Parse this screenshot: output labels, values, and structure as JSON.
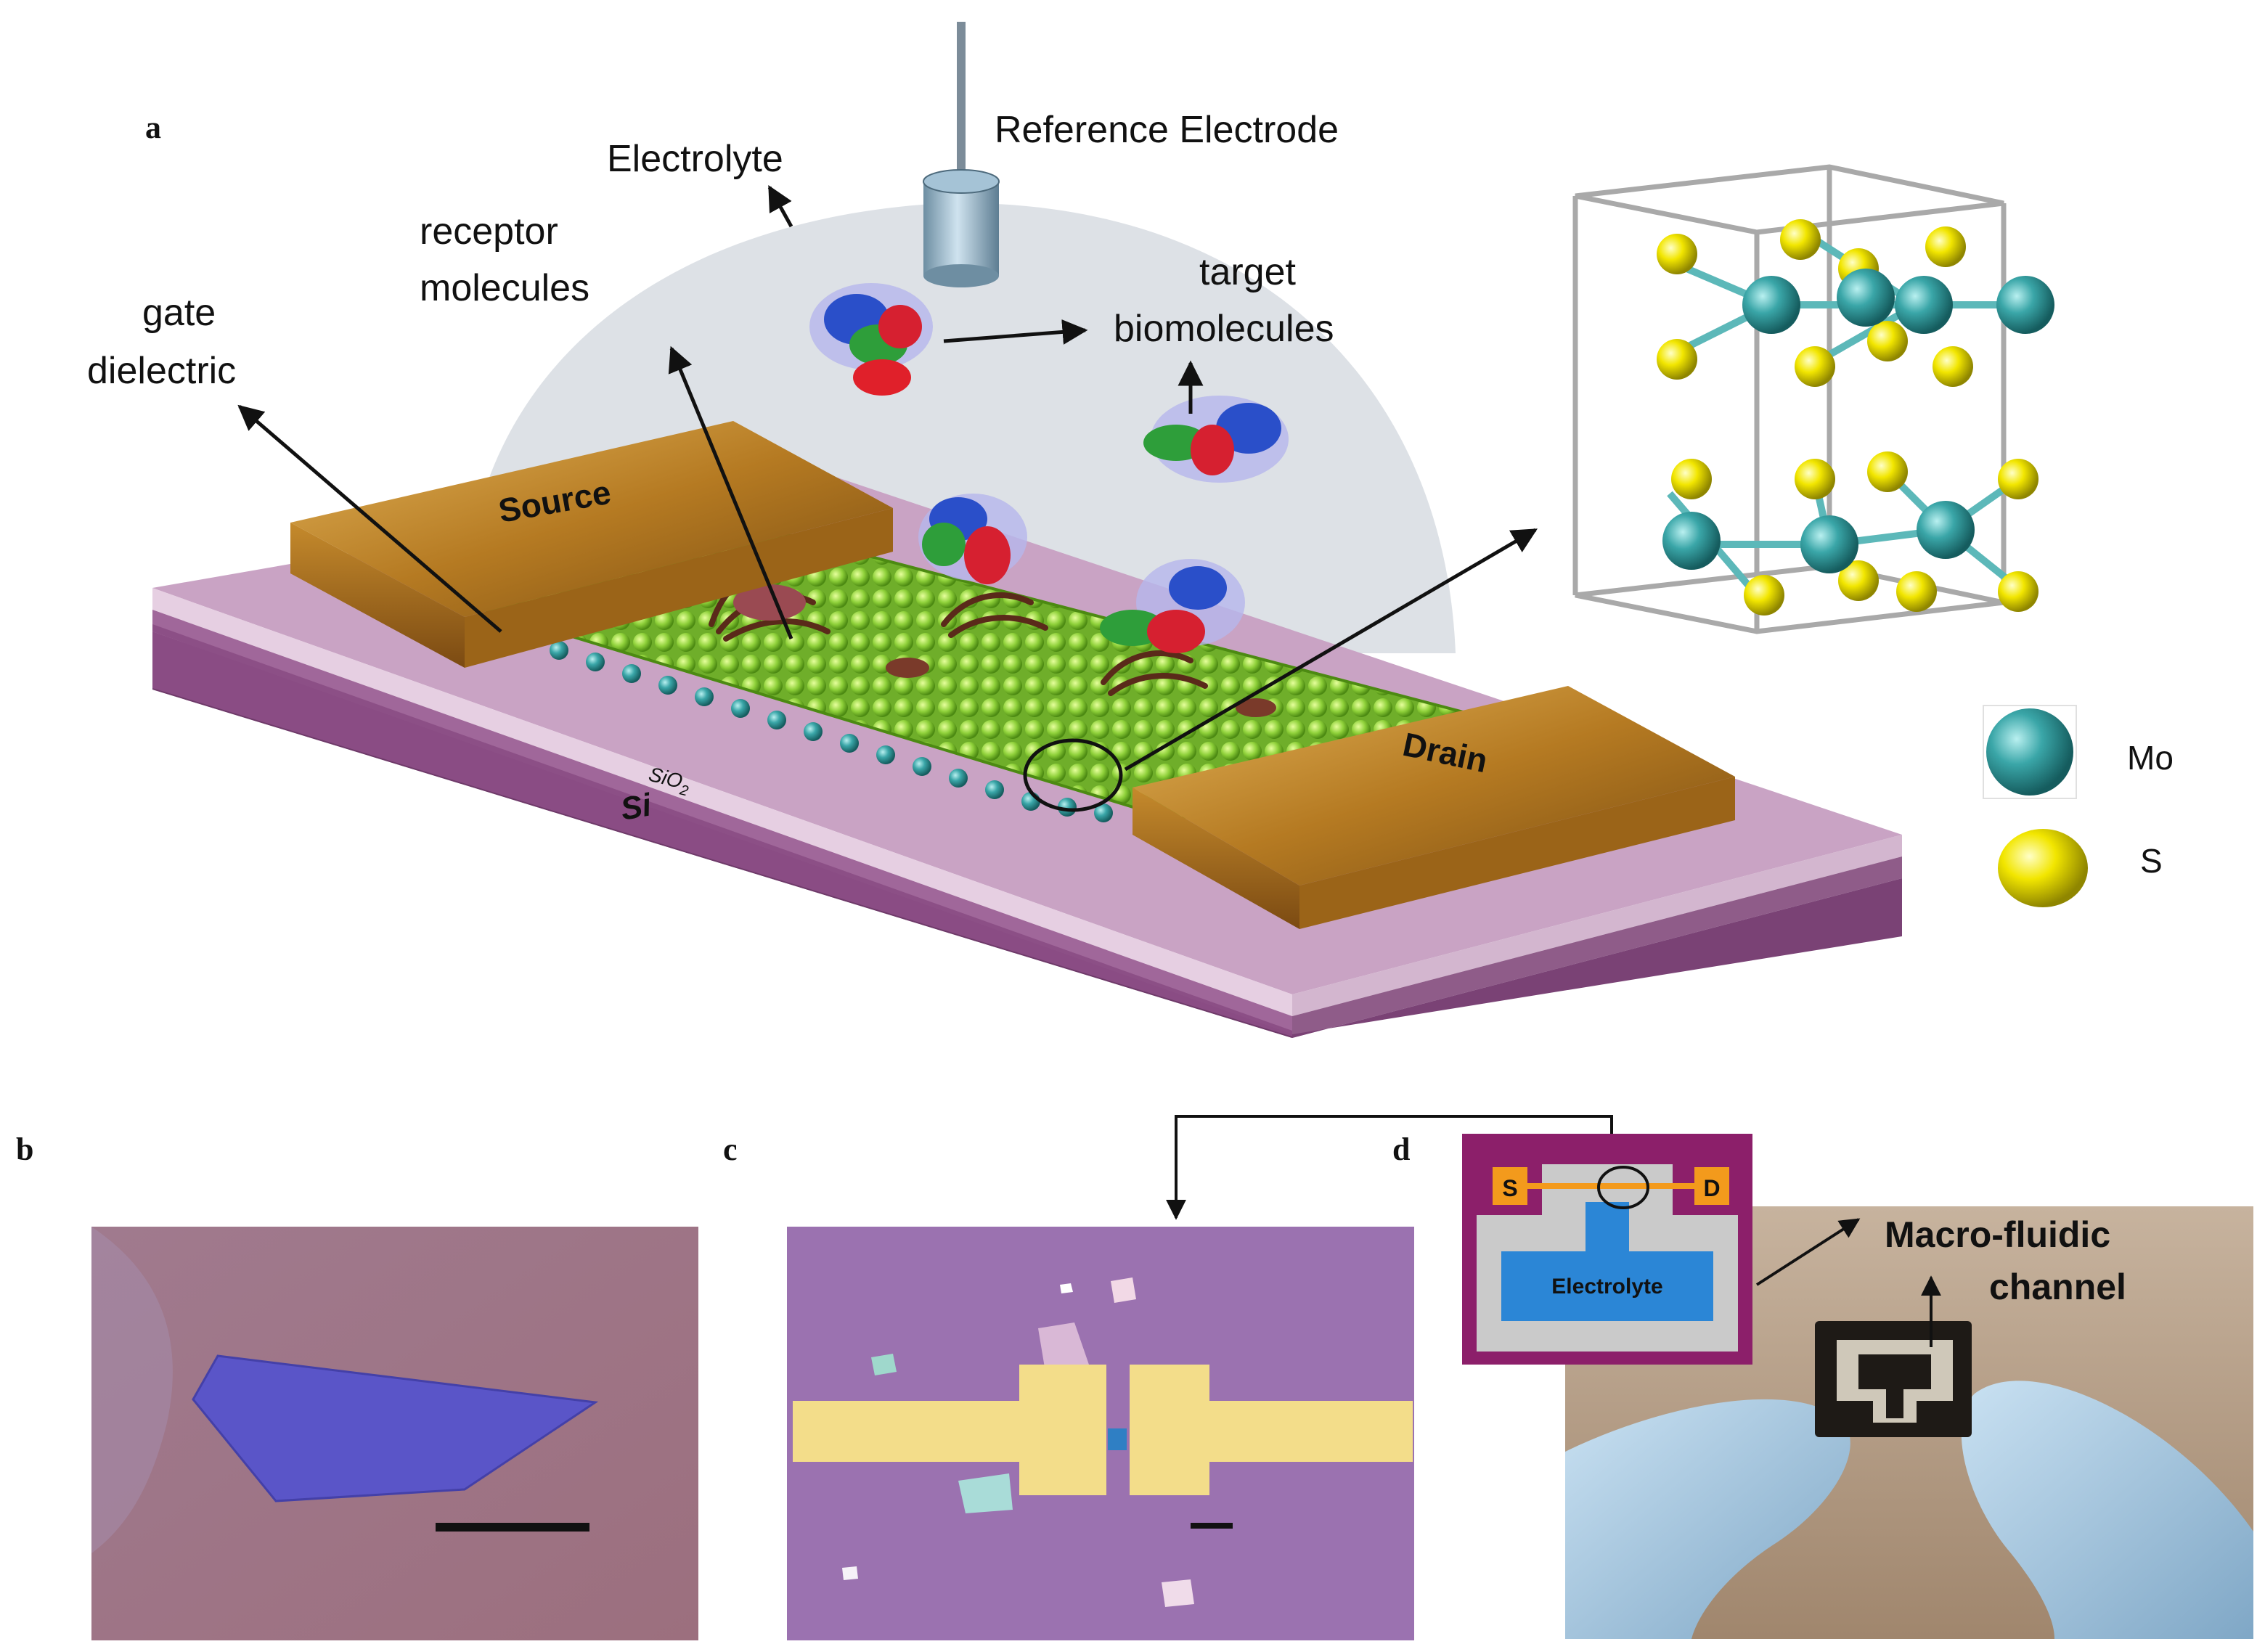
{
  "panels": {
    "a": "a",
    "b": "b",
    "c": "c",
    "d": "d"
  },
  "panel_a": {
    "reference_electrode": "Reference Electrode",
    "electrolyte": "Electrolyte",
    "receptor_line1": "receptor",
    "receptor_line2": "molecules",
    "target_line1": "target",
    "target_line2": "biomolecules",
    "gate_line1": "gate",
    "gate_line2": "dielectric",
    "source": "Source",
    "drain": "Drain",
    "sio2": "SiO",
    "sio2_sub": "2",
    "si": "Si"
  },
  "legend": {
    "mo": "Mo",
    "s": "S"
  },
  "panel_d": {
    "s_pad": "S",
    "d_pad": "D",
    "electrolyte": "Electrolyte",
    "channel_line1": "Macro-fluidic",
    "channel_line2": "channel"
  },
  "colors": {
    "mo_atom": "#3aa6a8",
    "s_atom": "#f2e600",
    "substrate_purple": "#8c4f86",
    "contact_gold": "#c08a2a",
    "channel_green": "#8fd13a",
    "optical_purple": "#9a6fa8",
    "electrolyte_blue": "#2b86d6"
  }
}
